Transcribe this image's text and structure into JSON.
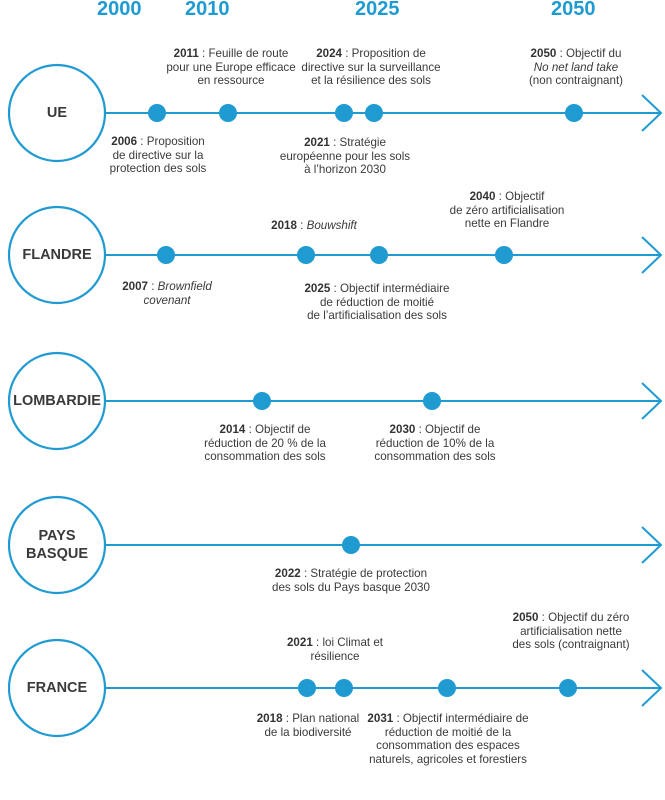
{
  "colors": {
    "accent": "#1f9bd1",
    "text": "#3a3a3a",
    "background": "#ffffff"
  },
  "years": [
    "2000",
    "2010",
    "2025",
    "2050"
  ],
  "rows": [
    {
      "region": [
        "UE"
      ],
      "events": [
        {
          "year": "2006",
          "text": [
            [
              "Proposition"
            ],
            [
              "de directive sur la"
            ],
            [
              "protection des sols"
            ]
          ]
        },
        {
          "year": "2011",
          "text": [
            [
              "Feuille de route"
            ],
            [
              "pour une Europe efficace"
            ],
            [
              "en ressource"
            ]
          ]
        },
        {
          "year": "2021",
          "text": [
            [
              "Stratégie"
            ],
            [
              "européenne pour les sols"
            ],
            [
              "à l’horizon 2030"
            ]
          ]
        },
        {
          "year": "2024",
          "text": [
            [
              "Proposition de"
            ],
            [
              "directive sur la surveillance"
            ],
            [
              "et la résilience des sols"
            ]
          ]
        },
        {
          "year": "2050",
          "text": [
            [
              "Objectif du"
            ],
            [
              "*No net land take"
            ],
            [
              "(non contraignant)"
            ]
          ]
        }
      ]
    },
    {
      "region": [
        "FLANDRE"
      ],
      "events": [
        {
          "year": "2007",
          "text": [
            [
              "*Brownfield"
            ],
            [
              "*covenant"
            ]
          ]
        },
        {
          "year": "2018",
          "text": [
            [
              "*Bouwshift"
            ]
          ]
        },
        {
          "year": "2025",
          "text": [
            [
              "Objectif intermédiaire"
            ],
            [
              "de réduction de moitié"
            ],
            [
              "de l’artificialisation des sols"
            ]
          ]
        },
        {
          "year": "2040",
          "text": [
            [
              "Objectif"
            ],
            [
              "de zéro artificialisation"
            ],
            [
              "nette en Flandre"
            ]
          ]
        }
      ]
    },
    {
      "region": [
        "LOMBARDIE"
      ],
      "events": [
        {
          "year": "2014",
          "text": [
            [
              "Objectif de"
            ],
            [
              "réduction de 20 % de la"
            ],
            [
              "consommation des sols"
            ]
          ]
        },
        {
          "year": "2030",
          "text": [
            [
              "Objectif de"
            ],
            [
              "réduction de 10% de la"
            ],
            [
              "consommation des sols"
            ]
          ]
        }
      ]
    },
    {
      "region": [
        "PAYS",
        "BASQUE"
      ],
      "events": [
        {
          "year": "2022",
          "text": [
            [
              "Stratégie de protection"
            ],
            [
              "des sols du Pays basque 2030"
            ]
          ]
        }
      ]
    },
    {
      "region": [
        "FRANCE"
      ],
      "events": [
        {
          "year": "2018",
          "text": [
            [
              "Plan national"
            ],
            [
              "de la biodiversité"
            ]
          ]
        },
        {
          "year": "2021",
          "text": [
            [
              "loi Climat et"
            ],
            [
              "résilience"
            ]
          ]
        },
        {
          "year": "2031",
          "text": [
            [
              "Objectif intermédiaire de"
            ],
            [
              "réduction de moitié de la"
            ],
            [
              "consommation des espaces"
            ],
            [
              "naturels, agricoles et forestiers"
            ]
          ]
        },
        {
          "year": "2050",
          "text": [
            [
              "Objectif du zéro"
            ],
            [
              "artificialisation nette"
            ],
            [
              "des sols (contraignant)"
            ]
          ]
        }
      ]
    }
  ]
}
